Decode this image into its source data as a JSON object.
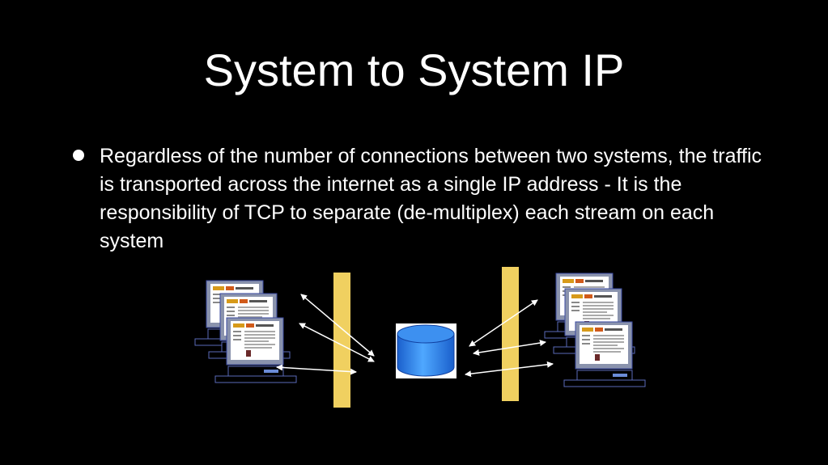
{
  "slide": {
    "title": "System to System IP",
    "bullets": [
      "Regardless of the number of connections between two systems, the traffic is transported across the internet as a single IP address - It is the responsibility of TCP to separate (de-multiplex) each stream on each system"
    ]
  },
  "diagram": {
    "colors": {
      "background": "#000000",
      "firewall": "#f0d060",
      "database": "#2a86e8",
      "arrow": "#ffffff",
      "monitor_frame": "#7b86a8",
      "monitor_outline": "#3a4aa0"
    },
    "elements": {
      "left_computers": 3,
      "right_computers": 3,
      "firewalls": 2,
      "database_icon": "database-icon"
    }
  }
}
